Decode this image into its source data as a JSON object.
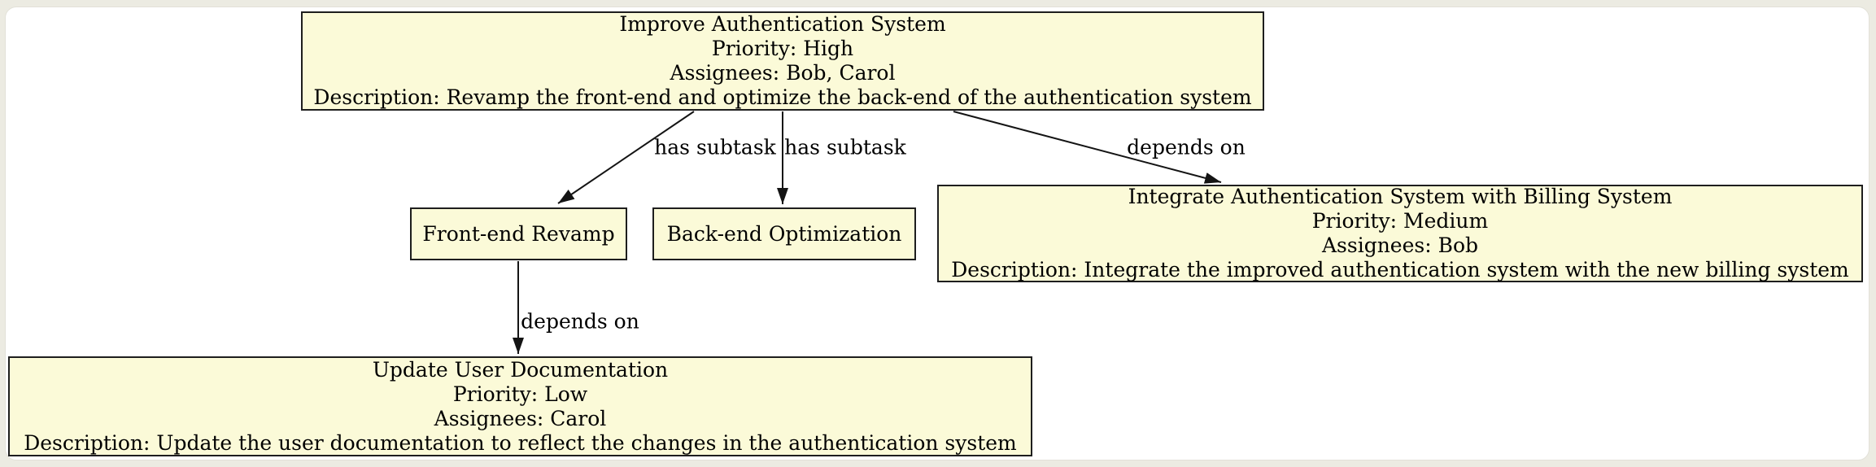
{
  "page": {
    "background_color": "#ecebe2",
    "canvas_color": "#ffffff"
  },
  "diagram": {
    "type": "task-dependency-graph",
    "colors": {
      "node_fill": "#fbfad8",
      "node_border": "#1e1e1e",
      "edge_color": "#141414",
      "text_color": "#000000"
    },
    "nodes": {
      "improve_auth": {
        "title": "Improve Authentication System",
        "priority": "Priority: High",
        "assignees": "Assignees: Bob, Carol",
        "description": "Description: Revamp the front-end and optimize the back-end of the authentication system"
      },
      "frontend_revamp": {
        "label": "Front-end Revamp"
      },
      "backend_optimization": {
        "label": "Back-end Optimization"
      },
      "integrate_billing": {
        "title": "Integrate Authentication System with Billing System",
        "priority": "Priority: Medium",
        "assignees": "Assignees: Bob",
        "description": "Description: Integrate the improved authentication system with the new billing system"
      },
      "update_docs": {
        "title": "Update User Documentation",
        "priority": "Priority: Low",
        "assignees": "Assignees: Carol",
        "description": "Description: Update the user documentation to reflect the changes in the authentication system"
      }
    },
    "edges": {
      "improve_to_frontend": {
        "from": "improve_auth",
        "to": "frontend_revamp",
        "label": "has subtask"
      },
      "improve_to_backend": {
        "from": "improve_auth",
        "to": "backend_optimization",
        "label": "has subtask"
      },
      "improve_to_integrate": {
        "from": "improve_auth",
        "to": "integrate_billing",
        "label": "depends on"
      },
      "frontend_to_docs": {
        "from": "frontend_revamp",
        "to": "update_docs",
        "label": "depends on"
      }
    }
  }
}
